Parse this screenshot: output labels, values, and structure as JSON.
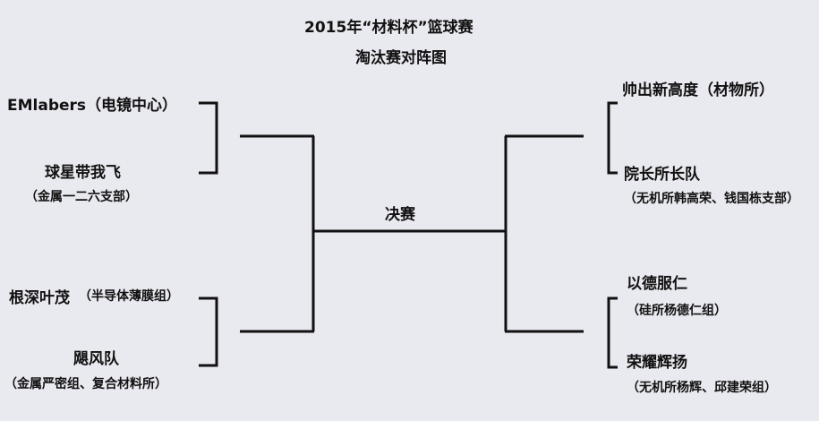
{
  "title": "2015年“材料杯”篮球赛",
  "subtitle": "淘汰赛对阵图",
  "final_label": "决赛",
  "left": [
    {
      "team": "EMlabers（电镜中心）",
      "group": ""
    },
    {
      "team": "球星带我飞",
      "group": "（金属一二六支部）"
    },
    {
      "team": "根深叶茂",
      "group": "（半导体薄膜组）"
    },
    {
      "team": "飓风队",
      "group": "（金属严密组、复合材料所）"
    }
  ],
  "right": [
    {
      "team": "帅出新高度（材物所）",
      "group": ""
    },
    {
      "team": "院长所长队",
      "group": "（无机所韩高荣、钱国栋支部）"
    },
    {
      "team": "以德服仁",
      "group": "（硅所杨德仁组）"
    },
    {
      "team": "荣耀辉扬",
      "group": "（无机所杨辉、邱建荣组）"
    }
  ]
}
